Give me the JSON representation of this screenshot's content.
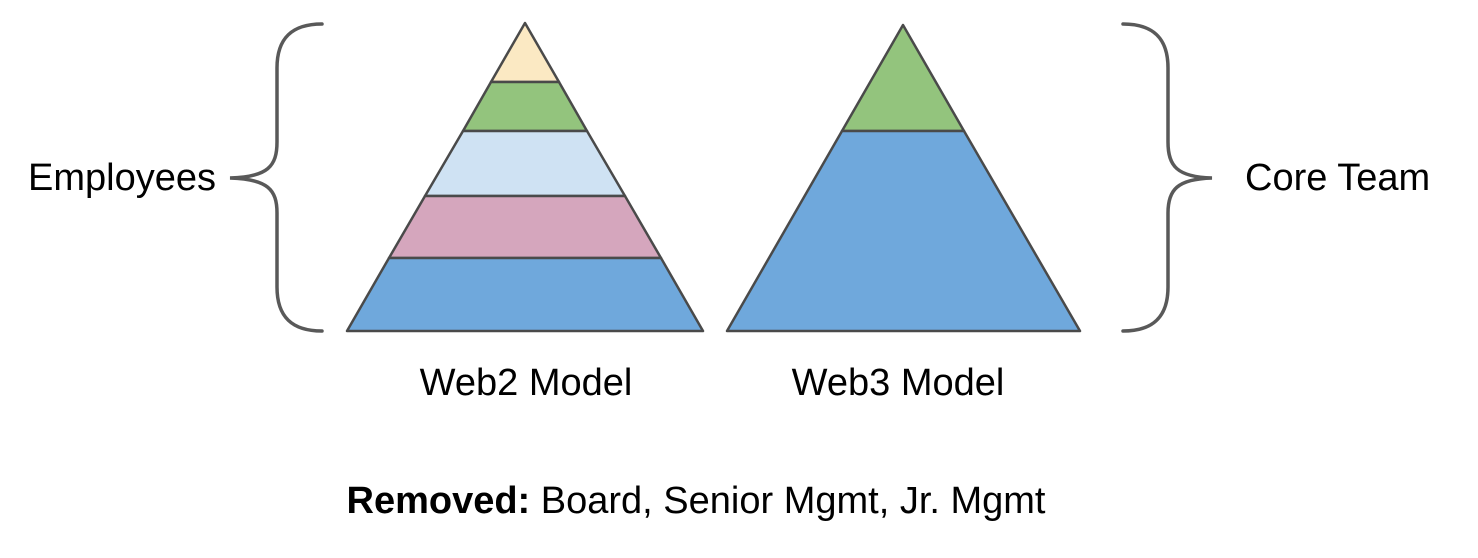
{
  "colors": {
    "background": "#FFFFFF",
    "outline": "#4A4A4A",
    "brace": "#595959",
    "text": "#000000"
  },
  "labels": {
    "left": "Employees",
    "right": "Core Team"
  },
  "pyramids": {
    "web2": {
      "title": "Web2 Model",
      "layer_count": 5,
      "layer_colors": [
        "#FBE9C3",
        "#93C47D",
        "#CFE2F3",
        "#D5A6BD",
        "#6FA8DC"
      ]
    },
    "web3": {
      "title": "Web3 Model",
      "layer_count": 2,
      "layer_colors": [
        "#93C47D",
        "#6FA8DC"
      ]
    }
  },
  "caption": {
    "prefix": "Removed:",
    "items": "Board, Senior Mgmt, Jr. Mgmt"
  }
}
